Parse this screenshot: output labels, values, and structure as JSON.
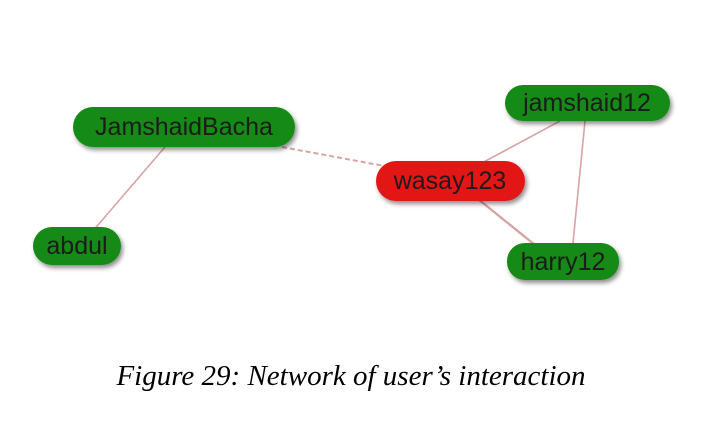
{
  "nodes": [
    {
      "id": "jamshaidbacha",
      "label": "JamshaidBacha",
      "color": "#138a13"
    },
    {
      "id": "jamshaid12",
      "label": "jamshaid12",
      "color": "#138a13"
    },
    {
      "id": "wasay123",
      "label": "wasay123",
      "color": "#e31818"
    },
    {
      "id": "abdul",
      "label": "abdul",
      "color": "#138a13"
    },
    {
      "id": "harry12",
      "label": "harry12",
      "color": "#138a13"
    }
  ],
  "edges": [
    {
      "from": "jamshaidbacha",
      "to": "abdul"
    },
    {
      "from": "jamshaidbacha",
      "to": "wasay123"
    },
    {
      "from": "wasay123",
      "to": "jamshaid12"
    },
    {
      "from": "wasay123",
      "to": "harry12"
    },
    {
      "from": "jamshaid12",
      "to": "harry12"
    }
  ],
  "edge_color": "#d7a4a4",
  "caption": "Figure 29: Network of user’s interaction"
}
